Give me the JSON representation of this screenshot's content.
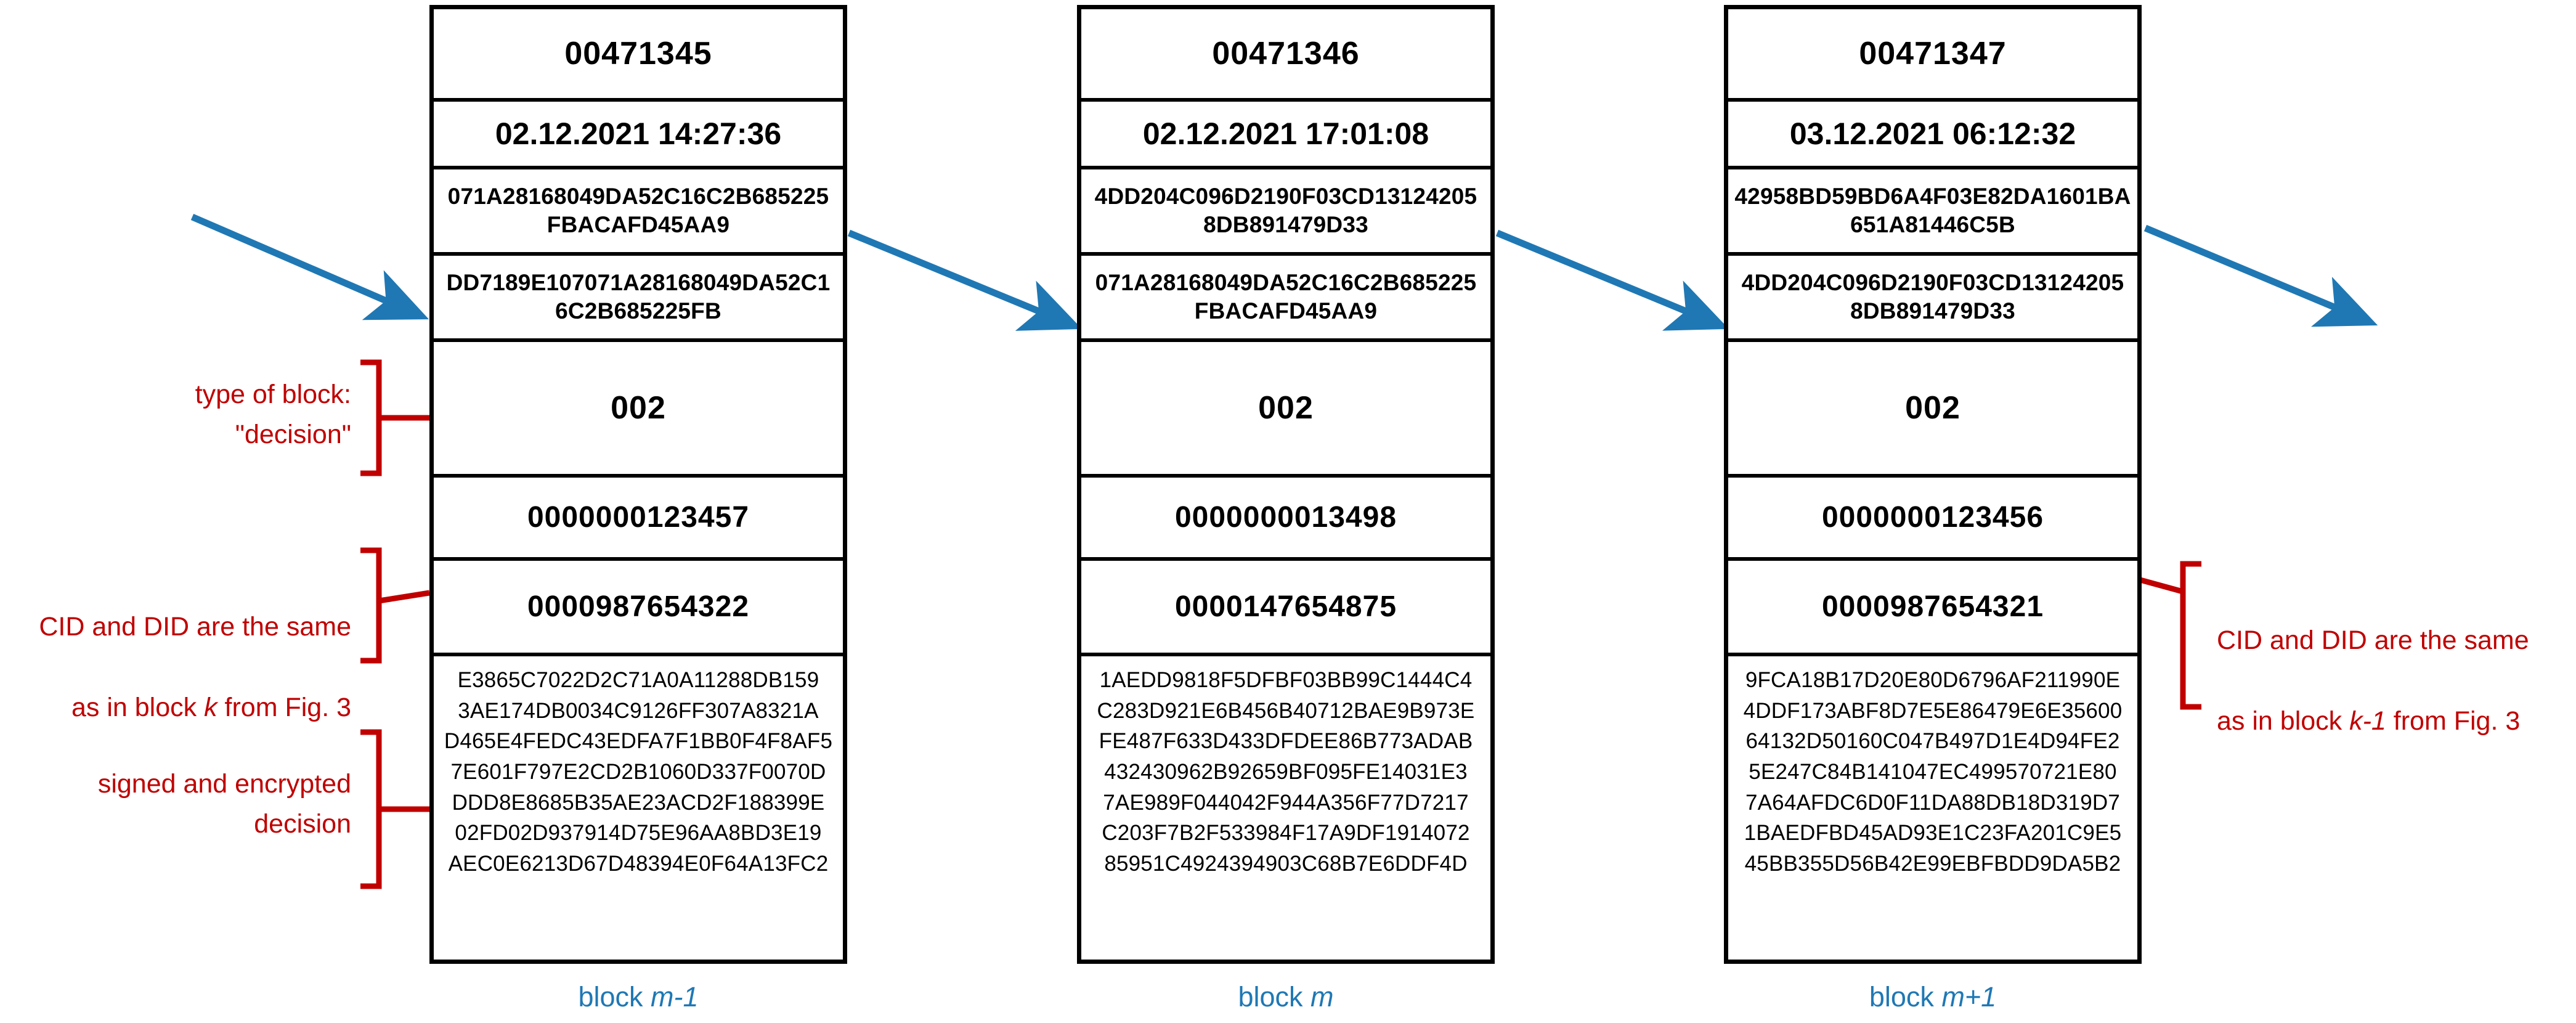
{
  "colors": {
    "arrow_blue": "#1f78b4",
    "annotation_red": "#c00000",
    "block_border": "#000000",
    "background": "#ffffff"
  },
  "blocks": [
    {
      "caption_prefix": "block ",
      "caption_index": "m-1",
      "block_id": "00471345",
      "timestamp": "02.12.2021 14:27:36",
      "hash": "071A28168049DA52C16C2B685225\nFBACAFD45AA9",
      "prev_hash": "DD7189E107071A28168049DA52C1\n6C2B685225FB",
      "type": "002",
      "cid": "0000000123457",
      "did": "0000987654322",
      "payload": "E3865C7022D2C71A0A11288DB159\n3AE174DB0034C9126FF307A8321A\nD465E4FEDC43EDFA7F1BB0F4F8AF5\n7E601F797E2CD2B1060D337F0070D\nDDD8E8685B35AE23ACD2F188399E\n02FD02D937914D75E96AA8BD3E19\nAEC0E6213D67D48394E0F64A13FC2"
    },
    {
      "caption_prefix": "block ",
      "caption_index": "m",
      "block_id": "00471346",
      "timestamp": "02.12.2021 17:01:08",
      "hash": "4DD204C096D2190F03CD13124205\n8DB891479D33",
      "prev_hash": "071A28168049DA52C16C2B685225\nFBACAFD45AA9",
      "type": "002",
      "cid": "0000000013498",
      "did": "0000147654875",
      "payload": "1AEDD9818F5DFBF03BB99C1444C4\nC283D921E6B456B40712BAE9B973E\nFE487F633D433DFDEE86B773ADAB\n432430962B92659BF095FE14031E3\n7AE989F044042F944A356F77D7217\nC203F7B2F533984F17A9DF1914072\n85951C4924394903C68B7E6DDF4D"
    },
    {
      "caption_prefix": "block ",
      "caption_index": "m+1",
      "block_id": "00471347",
      "timestamp": "03.12.2021 06:12:32",
      "hash": "42958BD59BD6A4F03E82DA1601BA\n651A81446C5B",
      "prev_hash": "4DD204C096D2190F03CD13124205\n8DB891479D33",
      "type": "002",
      "cid": "0000000123456",
      "did": "0000987654321",
      "payload": "9FCA18B17D20E80D6796AF211990E\n4DDF173ABF8D7E5E86479E6E35600\n64132D50160C047B497D1E4D94FE2\n5E247C84B141047EC499570721E80\n7A64AFDC6D0F11DA88DB18D319D7\n1BAEDFBD45AD93E1C23FA201C9E5\n45BB355D56B42E99EBFBDD9DA5B2"
    }
  ],
  "annotations": {
    "type_of_block": "type of block:\n\"decision\"",
    "cid_did_left_line1": "CID and DID are the same",
    "cid_did_left_line2_pre": "as in block ",
    "cid_did_left_line2_var": "k",
    "cid_did_left_line2_post": " from Fig. 3",
    "signed_encrypted": "signed and encrypted\ndecision",
    "cid_did_right_line1": "CID and DID are the same",
    "cid_did_right_line2_pre": "as in block ",
    "cid_did_right_line2_var": "k-1",
    "cid_did_right_line2_post": " from Fig. 3"
  },
  "icons": {
    "chain_link_arrow": "arrow-right-icon",
    "bracket_left": "curly-bracket-icon",
    "bracket_right": "curly-bracket-icon"
  }
}
